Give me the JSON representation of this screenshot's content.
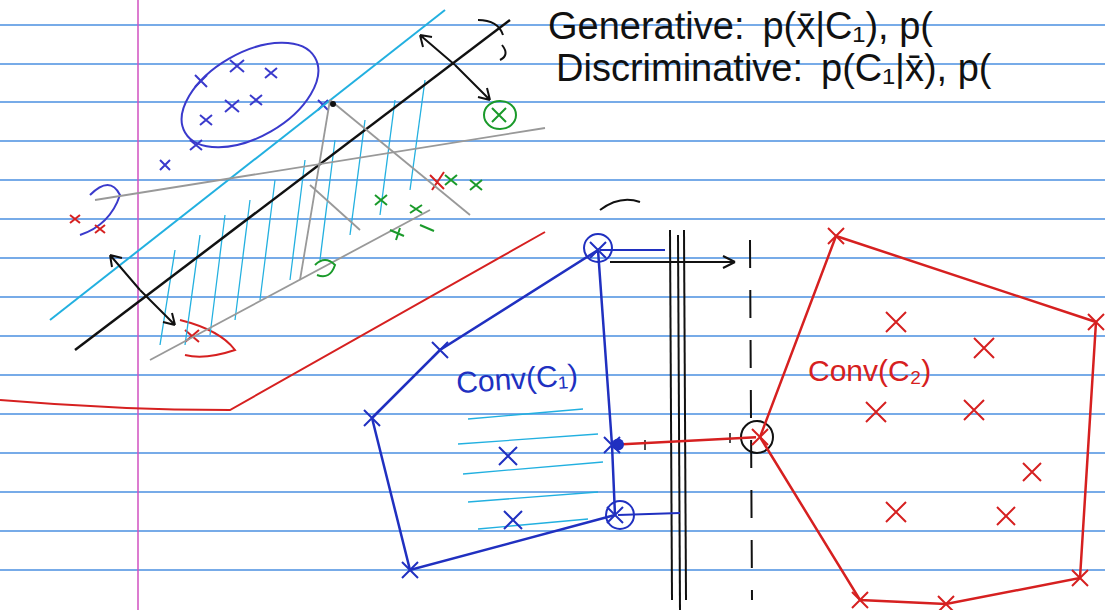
{
  "diagram": {
    "nodes": [
      {
        "text": [
          "Conv(C₁)"
        ]
      },
      {
        "text": [
          "Conv(C₂)"
        ]
      }
    ],
    "edges": [
      {
        "from": 0,
        "to": 1,
        "arrow": "none"
      }
    ],
    "labels": [
      "Generative:",
      "p(x̄|C₁), p(",
      "Discriminative:",
      "p(C₁|x̄), p("
    ]
  }
}
